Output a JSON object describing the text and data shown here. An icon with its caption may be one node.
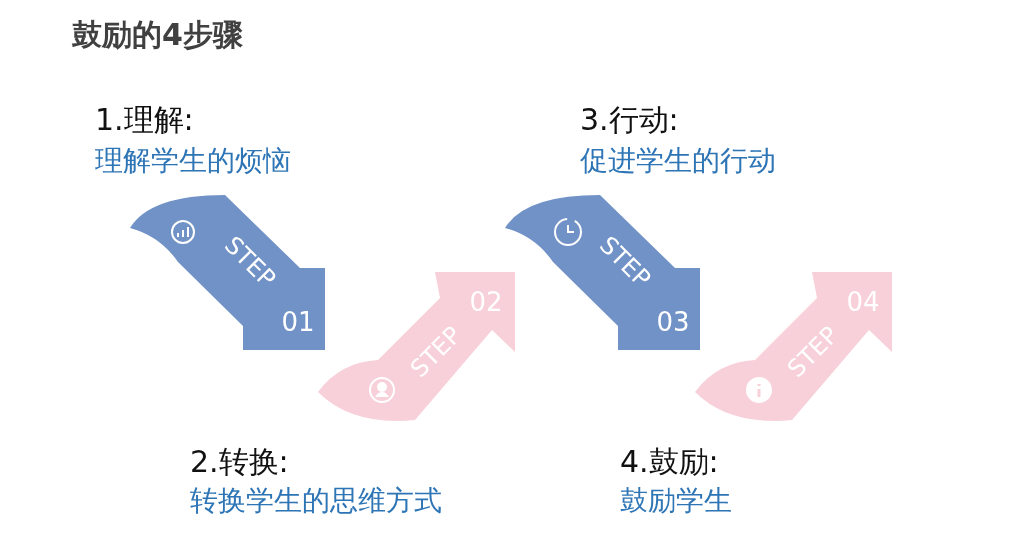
{
  "diagram": {
    "title": "鼓励的4步骤",
    "nodes": [
      {
        "text": [
          "STEP",
          "01"
        ],
        "beside": [
          "1.理解:",
          "理解学生的烦恼"
        ]
      },
      {
        "text": [
          "STEP",
          "02"
        ],
        "beside": [
          "2.转换:",
          "转换学生的思维方式"
        ]
      },
      {
        "text": [
          "STEP",
          "03"
        ],
        "beside": [
          "3.行动:",
          "促进学生的行动"
        ]
      },
      {
        "text": [
          "STEP",
          "04"
        ],
        "beside": [
          "4.鼓励:",
          "鼓励学生"
        ]
      }
    ]
  }
}
